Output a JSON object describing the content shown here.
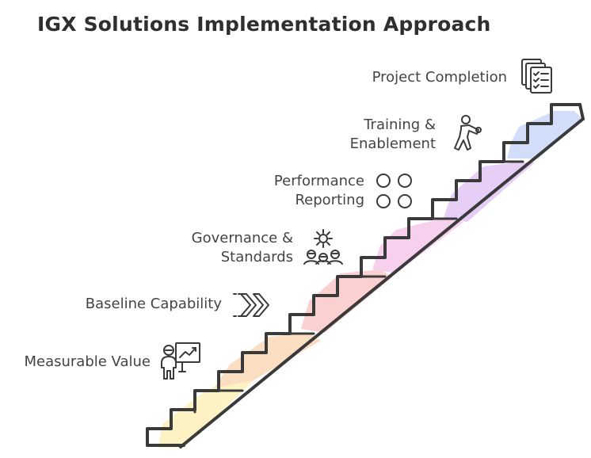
{
  "title": "IGX Solutions Implementation Approach",
  "steps": [
    {
      "lines": [
        "Project Completion"
      ],
      "icon": "document-checklist-icon",
      "color": "#c8d7f7"
    },
    {
      "lines": [
        "Training &",
        "Enablement"
      ],
      "icon": "person-lifting-icon",
      "color": "#c8d7f7"
    },
    {
      "lines": [
        "Performance",
        "Reporting"
      ],
      "icon": "four-circles-icon",
      "color": "#e3c4f5"
    },
    {
      "lines": [
        "Governance &",
        "Standards"
      ],
      "icon": "gear-team-icon",
      "color": "#f6c3e6"
    },
    {
      "lines": [
        "Baseline Capability"
      ],
      "icon": "chevrons-right-icon",
      "color": "#fbc5c5"
    },
    {
      "lines": [
        "Measurable Value"
      ],
      "icon": "presenter-chart-icon",
      "color": "#fde8a8"
    }
  ]
}
